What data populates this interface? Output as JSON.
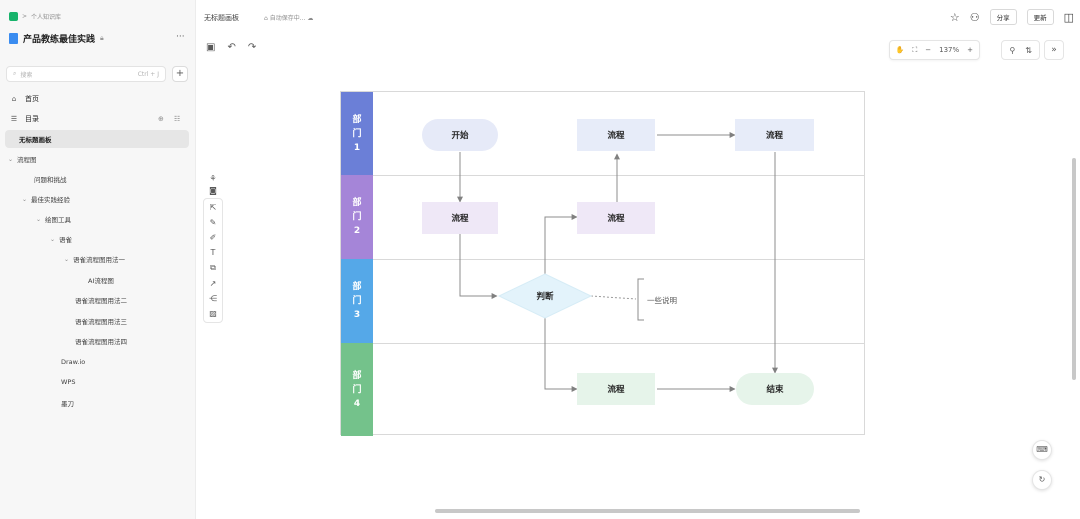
{
  "sidebar": {
    "breadcrumb_sep": ">",
    "breadcrumb": "个人知识库",
    "kb_title": "产品教练最佳实践",
    "lock_icon": "lock-icon",
    "more": "···",
    "search_placeholder": "搜索",
    "search_shortcut": "Ctrl + J",
    "add": "+",
    "home": "首页",
    "toc": "目录",
    "tree": [
      {
        "label": "无标题画板",
        "chev": ""
      },
      {
        "label": "流程图",
        "chev": "⌄"
      },
      {
        "label": "问题和挑战",
        "chev": ""
      },
      {
        "label": "最佳实践经验",
        "chev": "⌄"
      },
      {
        "label": "绘图工具",
        "chev": "⌄"
      },
      {
        "label": "语雀",
        "chev": "⌄"
      },
      {
        "label": "语雀流程图用法一",
        "chev": "⌄"
      },
      {
        "label": "AI流程图",
        "chev": ""
      },
      {
        "label": "语雀流程图用法二",
        "chev": ""
      },
      {
        "label": "语雀流程图用法三",
        "chev": ""
      },
      {
        "label": "语雀流程图用法四",
        "chev": ""
      },
      {
        "label": "Draw.io",
        "chev": ""
      },
      {
        "label": "WPS",
        "chev": ""
      },
      {
        "label": "墨刀",
        "chev": ""
      }
    ]
  },
  "topbar": {
    "doc_title": "无标题画板",
    "autosave": "自动保存中...",
    "share": "分享",
    "update": "更新"
  },
  "canvas": {
    "zoom_minus": "−",
    "zoom": "137%",
    "zoom_plus": "+",
    "expand": "»"
  },
  "diagram": {
    "lanes": [
      {
        "label": "部\n门\n1",
        "color": "#6b7fd7"
      },
      {
        "label": "部\n门\n2",
        "color": "#a585d8"
      },
      {
        "label": "部\n门\n3",
        "color": "#55a8e8"
      },
      {
        "label": "部\n门\n4",
        "color": "#74c28b"
      }
    ],
    "nodes": {
      "start": "开始",
      "p1a": "流程",
      "p1b": "流程",
      "p2a": "流程",
      "p2b": "流程",
      "decision": "判断",
      "note": "一些说明",
      "p4": "流程",
      "end": "结束"
    }
  }
}
